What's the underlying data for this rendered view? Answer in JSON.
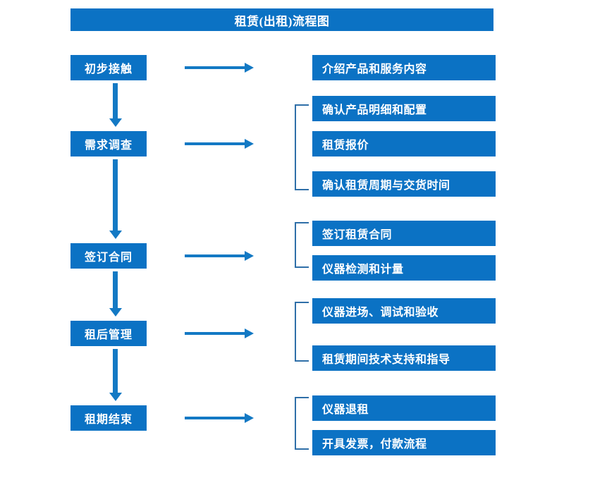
{
  "diagram": {
    "title": "租赁(出租)流程图",
    "colors": {
      "box_fill": "#0b72c4",
      "box_text": "#ffffff",
      "arrow": "#1379c4",
      "bracket": "#2f6fa8",
      "background": "#ffffff"
    },
    "stages": [
      {
        "id": "stage-1",
        "label": "初步接触"
      },
      {
        "id": "stage-2",
        "label": "需求调查"
      },
      {
        "id": "stage-3",
        "label": "签订合同"
      },
      {
        "id": "stage-4",
        "label": "租后管理"
      },
      {
        "id": "stage-5",
        "label": "租期结束"
      }
    ],
    "details": [
      {
        "id": "detail-1-1",
        "label": "介绍产品和服务内容"
      },
      {
        "id": "detail-2-1",
        "label": "确认产品明细和配置"
      },
      {
        "id": "detail-2-2",
        "label": "租赁报价"
      },
      {
        "id": "detail-2-3",
        "label": "确认租赁周期与交货时间"
      },
      {
        "id": "detail-3-1",
        "label": "签订租赁合同"
      },
      {
        "id": "detail-3-2",
        "label": "仪器检测和计量"
      },
      {
        "id": "detail-4-1",
        "label": "仪器进场、调试和验收"
      },
      {
        "id": "detail-4-2",
        "label": "租赁期间技术支持和指导"
      },
      {
        "id": "detail-5-1",
        "label": "仪器退租"
      },
      {
        "id": "detail-5-2",
        "label": "开具发票，付款流程"
      }
    ],
    "groups": [
      {
        "stage": "需求调查",
        "members": [
          "确认产品明细和配置",
          "租赁报价",
          "确认租赁周期与交货时间"
        ]
      },
      {
        "stage": "签订合同",
        "members": [
          "签订租赁合同",
          "仪器检测和计量"
        ]
      },
      {
        "stage": "租后管理",
        "members": [
          "仪器进场、调试和验收",
          "租赁期间技术支持和指导"
        ]
      },
      {
        "stage": "租期结束",
        "members": [
          "仪器退租",
          "开具发票，付款流程"
        ]
      }
    ],
    "flow_order": [
      "初步接触",
      "需求调查",
      "签订合同",
      "租后管理",
      "租期结束"
    ]
  }
}
